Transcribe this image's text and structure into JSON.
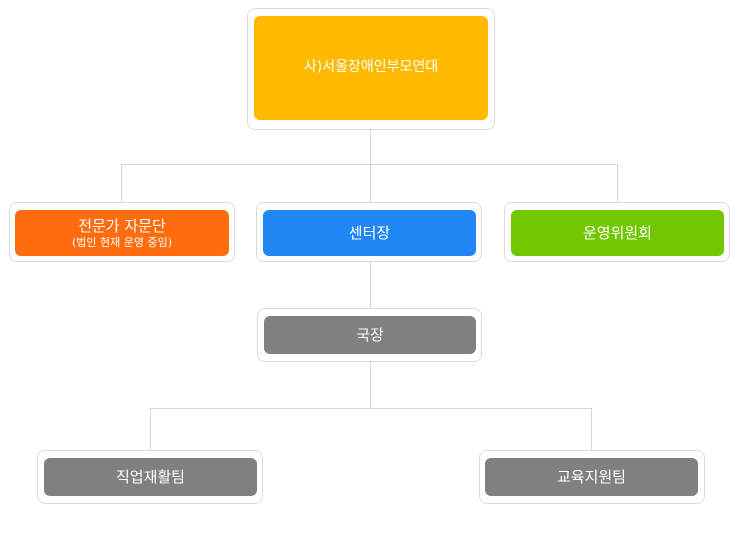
{
  "org": {
    "top": {
      "label": "사)서울장애인부모연대",
      "color": "#FFBA00"
    },
    "advisory": {
      "label": "전문가 자문단",
      "sub": "(법인 현재 운영 중임)",
      "color": "#FF6C0E"
    },
    "center_head": {
      "label": "센터장",
      "color": "#1F86F4"
    },
    "committee": {
      "label": "운영위원회",
      "color": "#73C700"
    },
    "director": {
      "label": "국장",
      "color": "#808080"
    },
    "vocational_team": {
      "label": "직업재활팀",
      "color": "#808080"
    },
    "education_team": {
      "label": "교육지원팀",
      "color": "#808080"
    }
  }
}
